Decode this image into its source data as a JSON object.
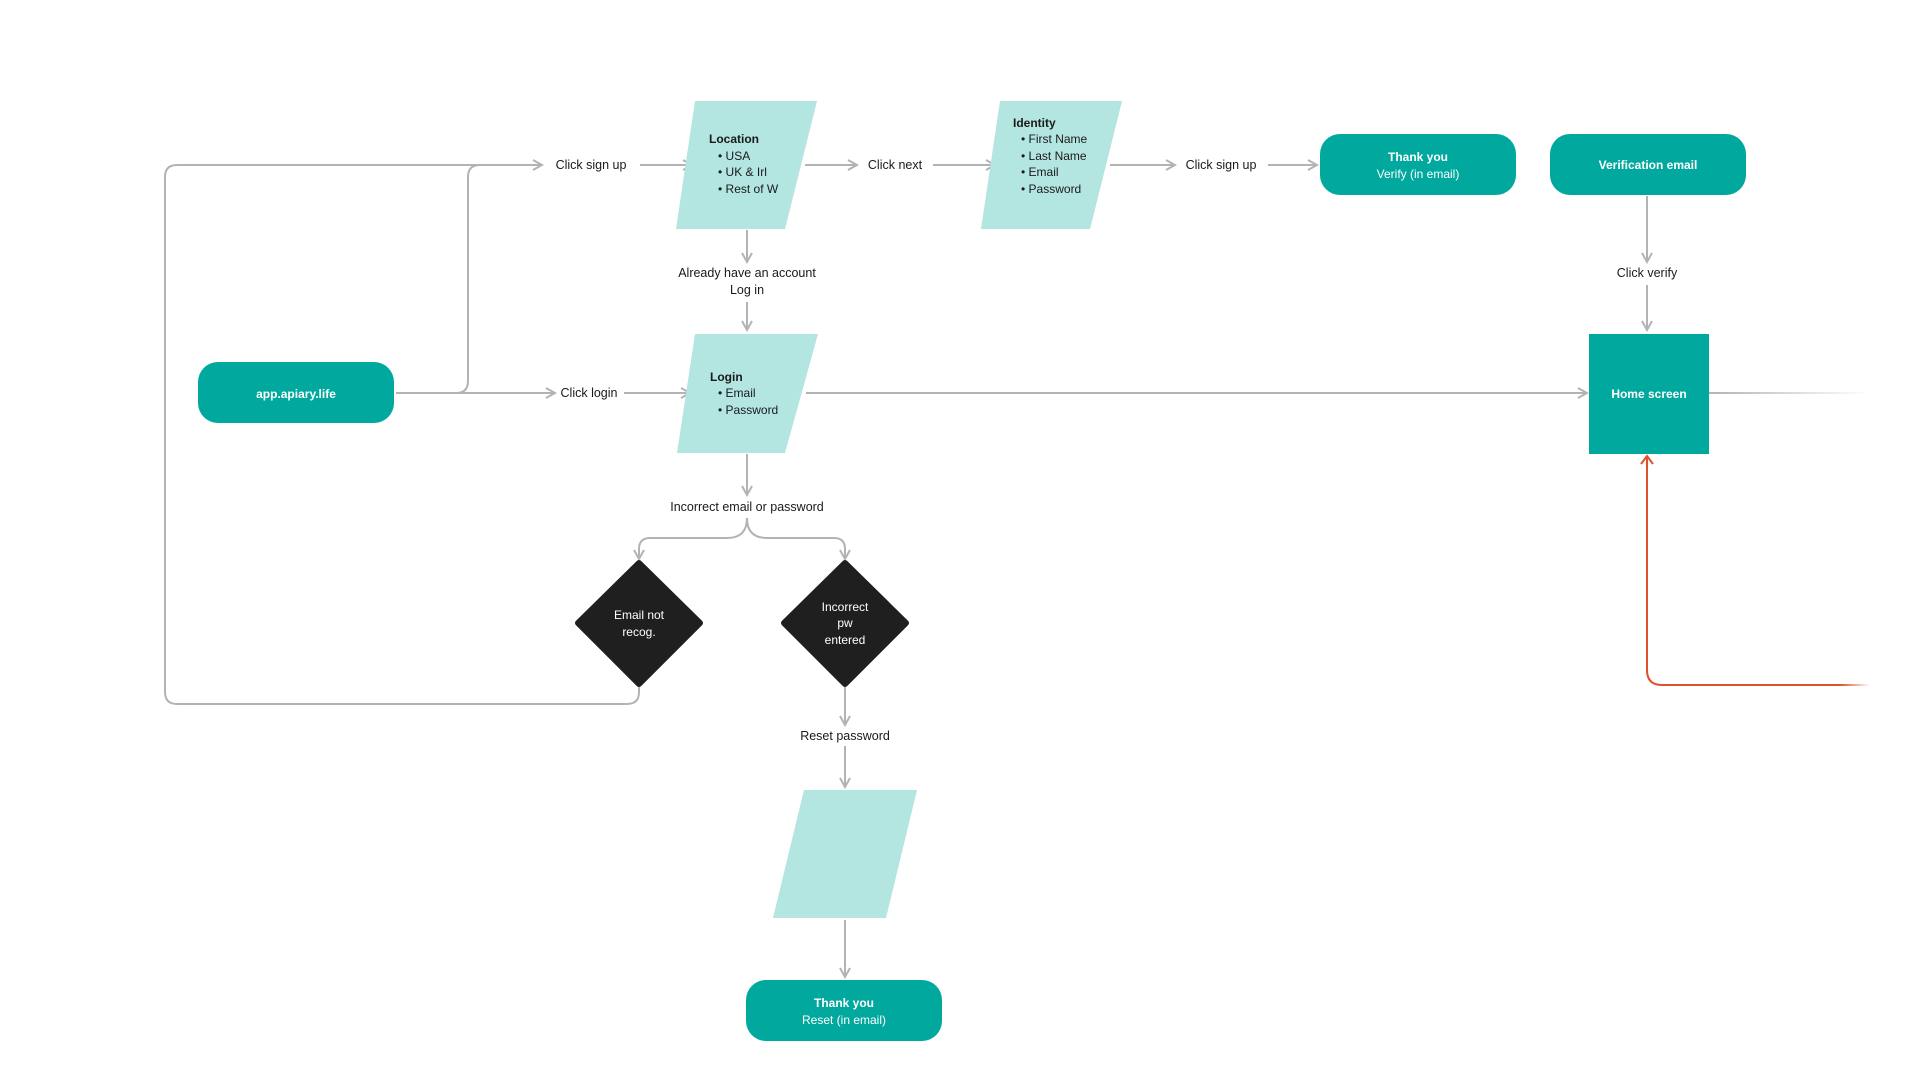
{
  "colors": {
    "teal": "#01a89e",
    "teal_light": "#b3e5e1",
    "dark": "#1f1f1f",
    "connector": "#b3b3b3",
    "accent_red": "#e0502a"
  },
  "nodes": {
    "start": {
      "label": "app.apiary.life"
    },
    "location": {
      "title": "Location",
      "items": [
        "USA",
        "UK & Irl",
        "Rest of W"
      ]
    },
    "identity": {
      "title": "Identity",
      "items": [
        "First Name",
        "Last Name",
        "Email",
        "Password"
      ]
    },
    "thank_you_verify": {
      "line1": "Thank you",
      "line2": "Verify (in email)"
    },
    "verification_email": {
      "label": "Verification email"
    },
    "login": {
      "title": "Login",
      "items": [
        "Email",
        "Password"
      ]
    },
    "home": {
      "label": "Home screen"
    },
    "email_not_recog": {
      "line1": "Email not",
      "line2": "recog."
    },
    "incorrect_pw": {
      "line1": "Incorrect",
      "line2": "pw",
      "line3": "entered"
    },
    "thank_you_reset": {
      "line1": "Thank you",
      "line2": "Reset (in email)"
    }
  },
  "edge_labels": {
    "click_sign_up_1": "Click sign up",
    "click_next": "Click next",
    "click_sign_up_2": "Click sign up",
    "already_have_line1": "Already have an account",
    "already_have_line2": "Log in",
    "click_verify": "Click verify",
    "click_login": "Click login",
    "incorrect_email_pw": "Incorrect email or password",
    "reset_password": "Reset password"
  }
}
